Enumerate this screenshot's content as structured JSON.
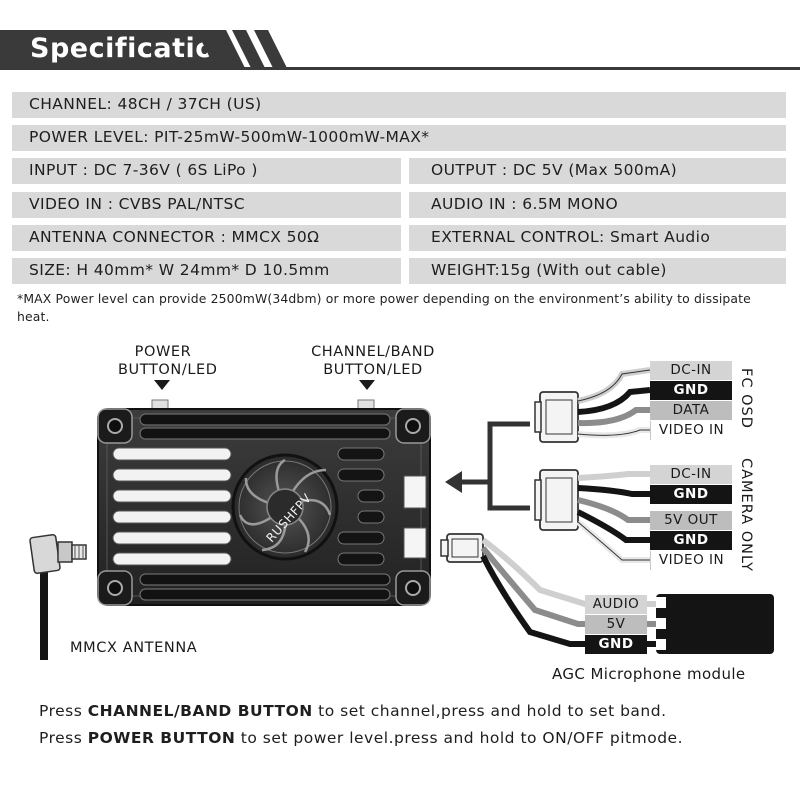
{
  "header": {
    "title": "Specification"
  },
  "specs": {
    "channel": "CHANNEL: 48CH / 37CH (US)",
    "power_level": "POWER LEVEL: PIT-25mW-500mW-1000mW-MAX*",
    "input": "INPUT : DC 7-36V ( 6S LiPo )",
    "output": "OUTPUT : DC 5V  (Max 500mA)",
    "video_in": "VIDEO IN : CVBS PAL/NTSC",
    "audio_in": "AUDIO IN : 6.5M MONO",
    "antenna_connector": "ANTENNA CONNECTOR : MMCX  50Ω",
    "external_control": "EXTERNAL CONTROL: Smart Audio",
    "size": "SIZE: H 40mm* W 24mm* D 10.5mm",
    "weight": "WEIGHT:15g (With out cable)"
  },
  "note": "*MAX Power level can provide 2500mW(34dbm) or more power depending on the environment’s ability to dissipate heat.",
  "diagram": {
    "power_label_1": "POWER",
    "power_label_2": "BUTTON/LED",
    "channel_label_1": "CHANNEL/BAND",
    "channel_label_2": "BUTTON/LED",
    "brand": "RUSHFPV",
    "antenna_label": "MMCX ANTENNA",
    "fc_osd": {
      "title": "FC OSD",
      "wires": [
        "DC-IN",
        "GND",
        "DATA",
        "VIDEO IN"
      ]
    },
    "camera": {
      "title": "CAMERA ONLY",
      "wires": [
        "DC-IN",
        "GND",
        "5V OUT",
        "GND",
        "VIDEO IN"
      ]
    },
    "mic": {
      "title": "AGC Microphone module",
      "wires": [
        "AUDIO",
        "5V",
        "GND"
      ]
    }
  },
  "instructions": {
    "line1_prefix": "Press ",
    "line1_bold": "CHANNEL/BAND BUTTON",
    "line1_suffix": " to set channel,press and hold to set band.",
    "line2_prefix": "Press ",
    "line2_bold": "POWER BUTTON",
    "line2_suffix": " to set power level.press and hold to ON/OFF pitmode."
  },
  "colors": {
    "header_bg": "#3a3a3a",
    "spec_bar": "#d9d9d9",
    "device_body": "#2b2b2b"
  }
}
